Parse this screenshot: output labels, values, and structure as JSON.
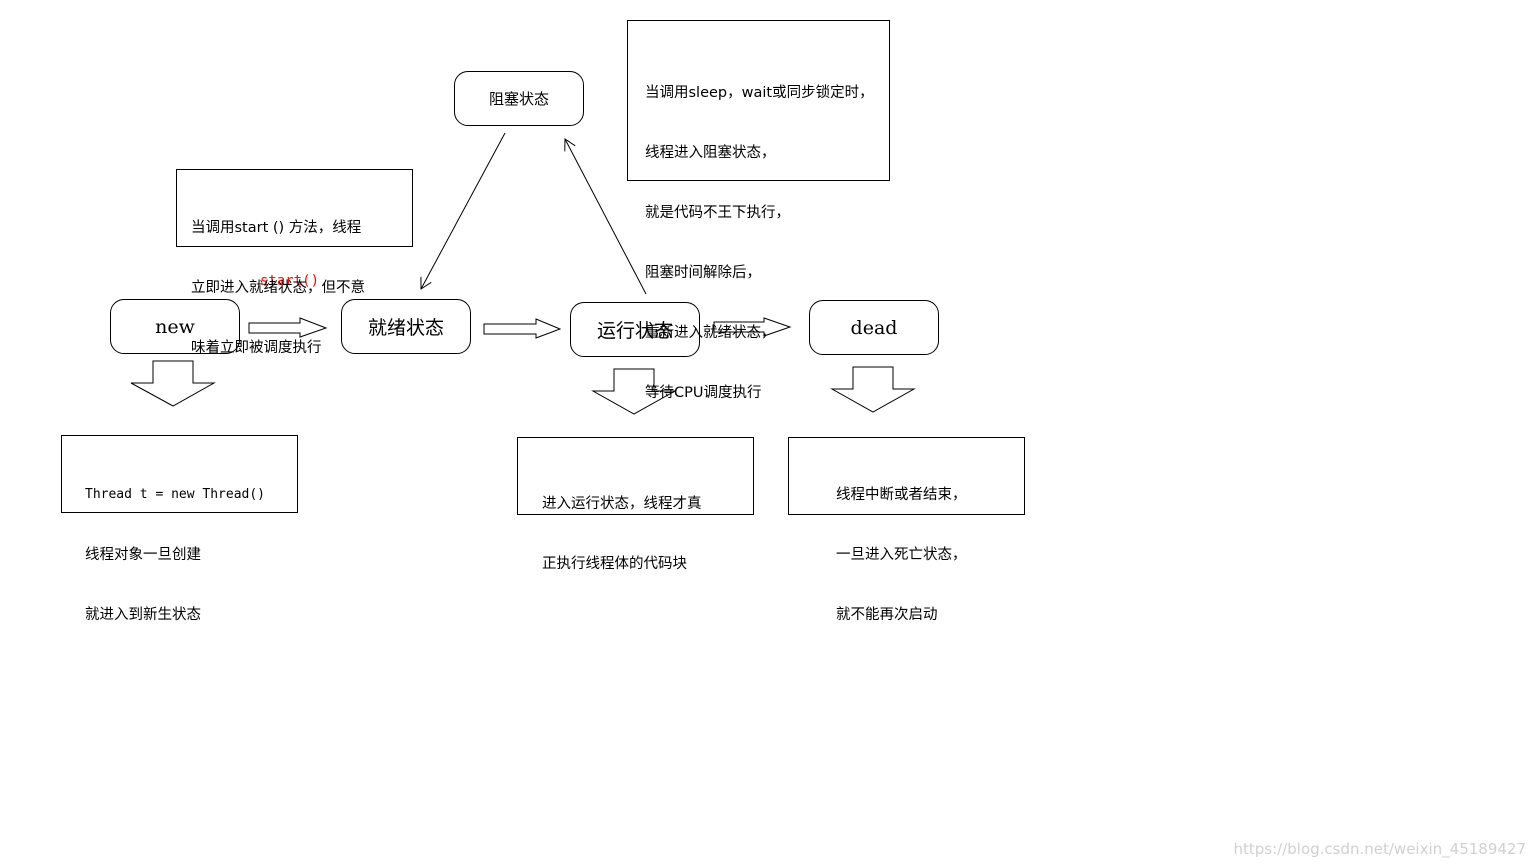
{
  "states": {
    "blocked": "阻塞状态",
    "new": "new",
    "ready": "就绪状态",
    "running": "运行状态",
    "dead": "dead"
  },
  "transition_label": "start()",
  "notes": {
    "start_note": [
      "当调用start () 方法，线程",
      "立即进入就绪状态，但不意",
      "味着立即被调度执行"
    ],
    "blocked_note": [
      "当调用sleep，wait或同步锁定时，",
      "线程进入阻塞状态，",
      "就是代码不王下执行，",
      "阻塞时间解除后，",
      "重新进入就绪状态，",
      "等待CPU调度执行"
    ],
    "new_note": [
      "Thread t = new Thread()",
      "线程对象一旦创建",
      "就进入到新生状态"
    ],
    "running_note": [
      "进入运行状态，线程才真",
      "正执行线程体的代码块"
    ],
    "dead_note": [
      "线程中断或者结束，",
      "一旦进入死亡状态，",
      "就不能再次启动"
    ]
  },
  "watermark": "https://blog.csdn.net/weixin_45189427"
}
